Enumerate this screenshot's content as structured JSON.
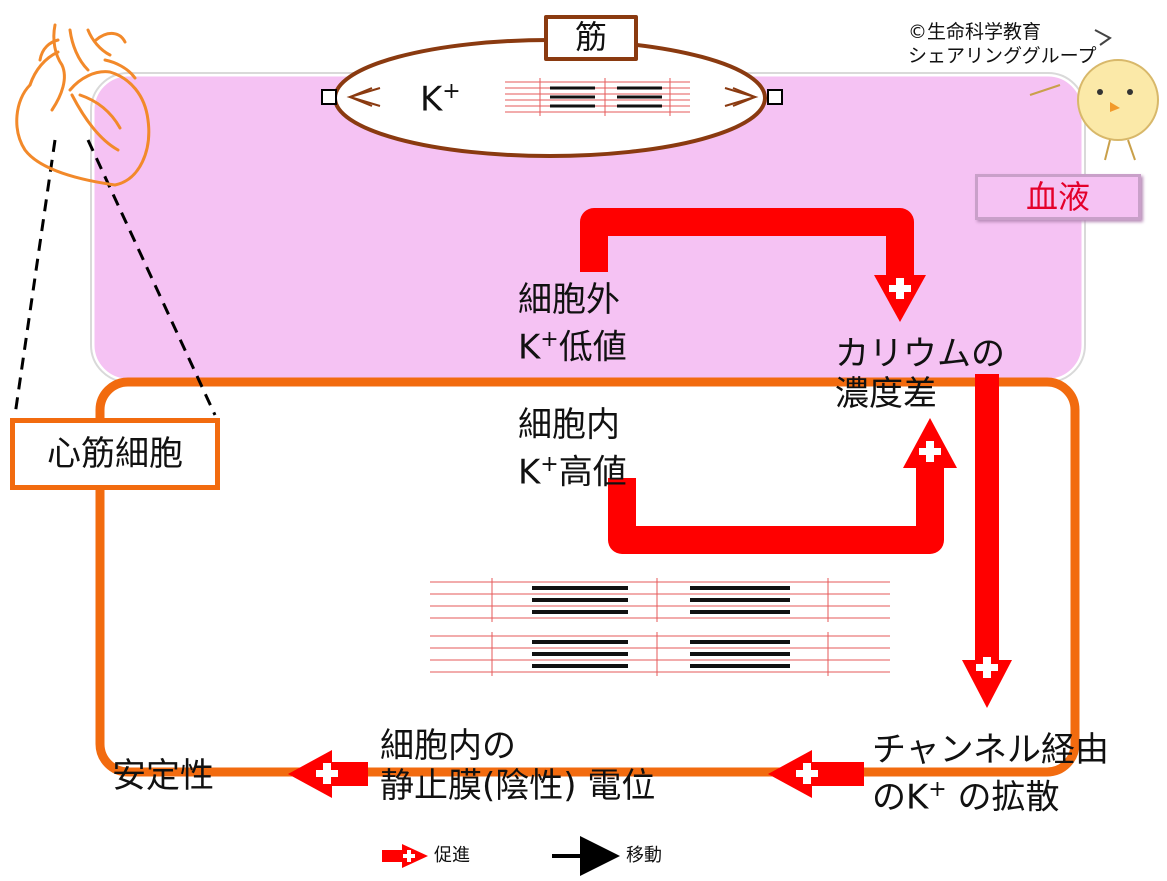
{
  "credit": {
    "line1": "©生命科学教育",
    "line2": "シェアリンググループ"
  },
  "labels": {
    "muscle": "筋",
    "k_ion": "K",
    "k_sup": "+",
    "blood": "血液",
    "extracellular_line1": "細胞外",
    "extracellular_line2_k": "K",
    "extracellular_line2_sup": "+",
    "extracellular_line2_rest": "低値",
    "intracellular_line1": "細胞内",
    "intracellular_line2_k": "K",
    "intracellular_line2_sup": "+",
    "intracellular_line2_rest": "高値",
    "gradient_line1": "カリウムの",
    "gradient_line2": "濃度差",
    "cardiomyocyte": "心筋細胞",
    "diffusion_line1": "チャンネル経由",
    "diffusion_line2_pre": "のK",
    "diffusion_line2_sup": "+",
    "diffusion_line2_rest": " の拡散",
    "potential_line1": "細胞内の",
    "potential_line2": "静止膜(陰性) 電位",
    "stability": "安定性"
  },
  "legend": {
    "promote": "促進",
    "move": "移動"
  },
  "colors": {
    "blood_fill": "#f5c2f3",
    "cell_border": "#f26b0f",
    "arrow_red": "#ff0000",
    "label_red": "#e4002b",
    "muscle_border": "#8a3a10",
    "heart_outline": "#f2892a",
    "sarcomere_thin": "#e55a5a"
  },
  "icons": {
    "heart": "heart-outline-icon",
    "chick": "chick-mascot-icon",
    "promote_arrow": "promote-arrow-icon",
    "move_arrow": "move-arrow-icon"
  }
}
